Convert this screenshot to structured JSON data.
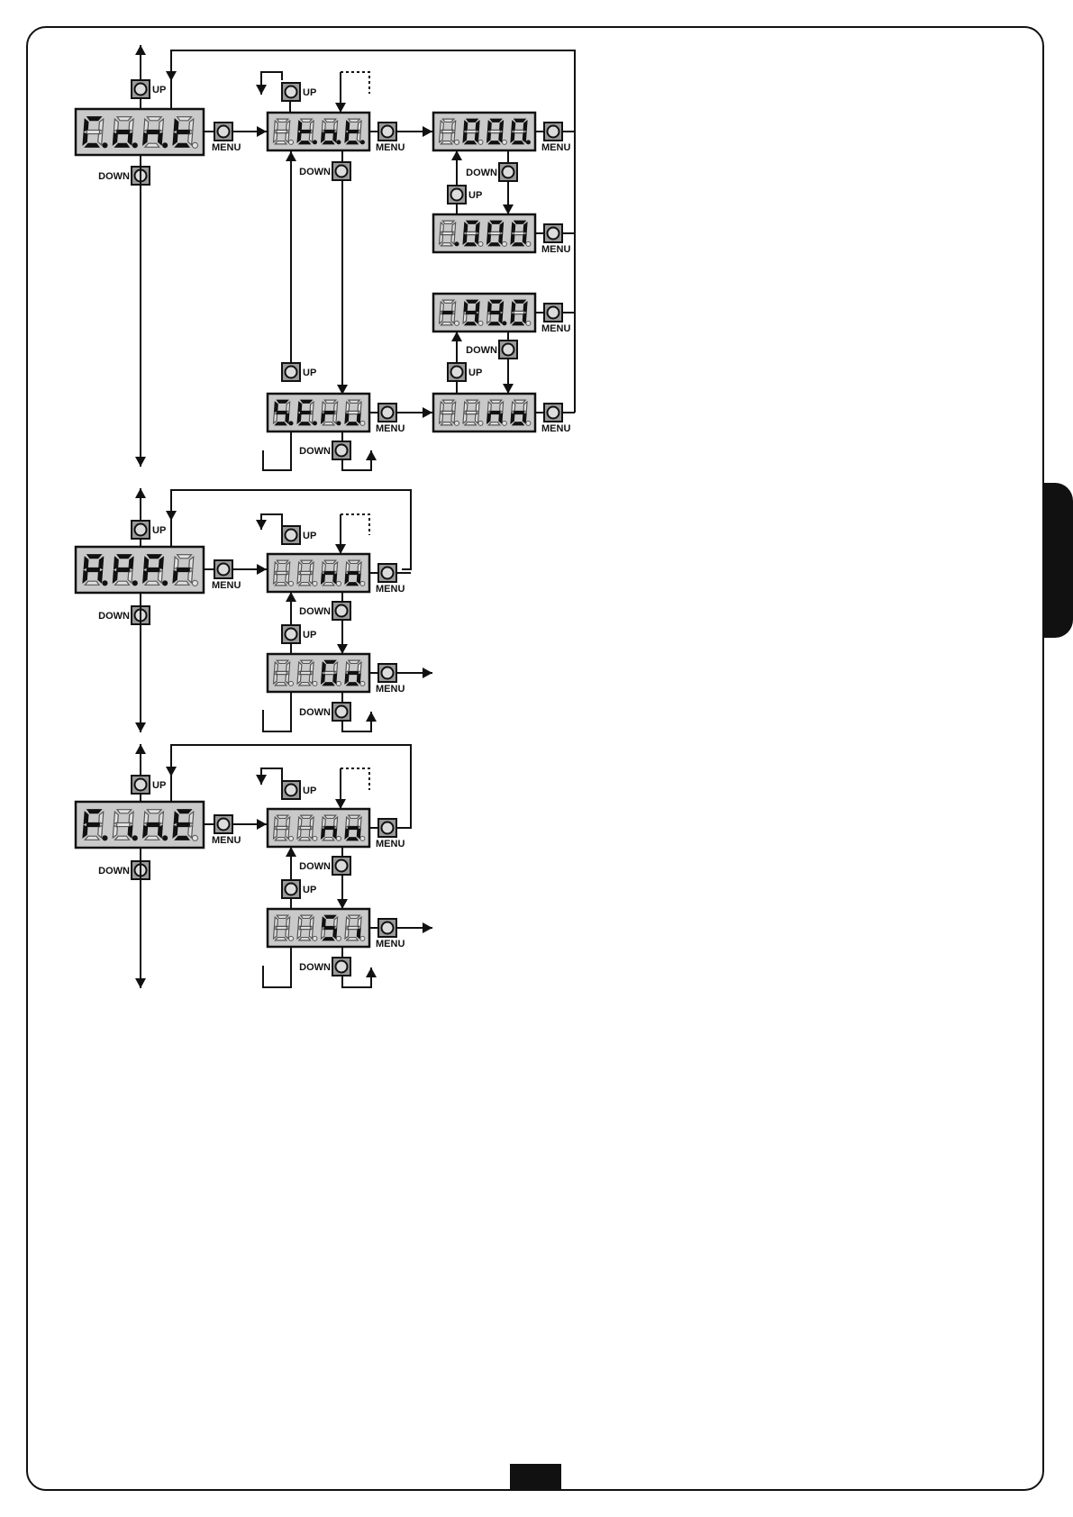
{
  "buttons": {
    "up": "UP",
    "down": "DOWN",
    "menu": "MENU"
  },
  "displays": {
    "cont": "C.o.n.t",
    "tot": "t.o.t.",
    "count_value": "000.",
    "count_value_2": ".000",
    "count_value_3": "-99.0",
    "serv": "S.E.r.v",
    "serv_no": "no",
    "appr": "A.P.P.r",
    "appr_no": "no",
    "appr_go": "Go",
    "fine": "F.i.n.E",
    "fine_no": "no",
    "fine_si": "Si"
  },
  "colors": {
    "segment_on": "#111111",
    "segment_off": "#e2e2e2",
    "display_background": "#c9c9c9",
    "button_box": "#9a9a9a"
  }
}
